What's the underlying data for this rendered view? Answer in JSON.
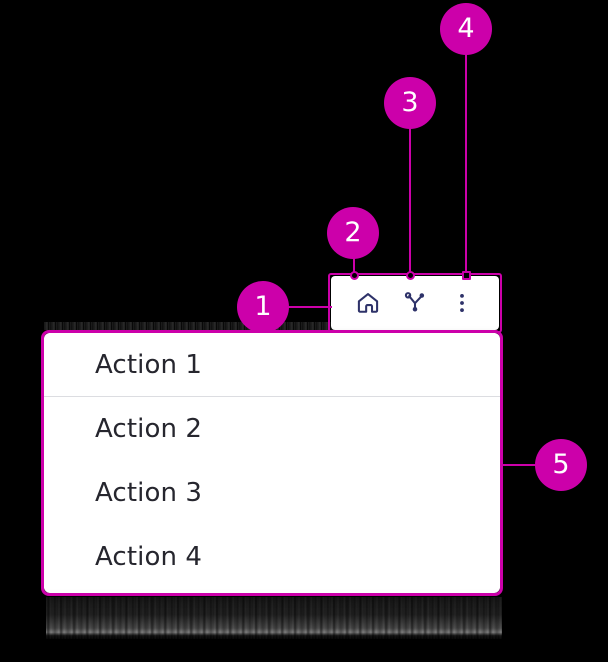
{
  "background_color": "#000000",
  "accent_color": "#CC00AA",
  "toolbar": {
    "panel_background": "#FFFFFF",
    "icon_color": "#2E3269",
    "buttons": [
      {
        "name": "home",
        "icon": "home-icon",
        "label": "Home"
      },
      {
        "name": "network",
        "icon": "network-share-icon",
        "label": "Network"
      },
      {
        "name": "more",
        "icon": "kebab-menu-icon",
        "label": "More actions"
      }
    ]
  },
  "dropdown": {
    "panel_background": "#FFFFFF",
    "text_color": "#26262E",
    "divider_color": "#DCDDE1",
    "items": [
      {
        "label": "Action 1",
        "divider_below": true
      },
      {
        "label": "Action 2",
        "divider_below": false
      },
      {
        "label": "Action 3",
        "divider_below": false
      },
      {
        "label": "Action 4",
        "divider_below": false
      }
    ]
  },
  "annotations": {
    "markers": [
      {
        "number": "1",
        "target": "toolbar-left-edge",
        "anchor": "none"
      },
      {
        "number": "2",
        "target": "home-icon",
        "anchor": "circle"
      },
      {
        "number": "3",
        "target": "network-share-icon",
        "anchor": "circle"
      },
      {
        "number": "4",
        "target": "kebab-menu-icon",
        "anchor": "square"
      },
      {
        "number": "5",
        "target": "dropdown-right-edge",
        "anchor": "none"
      }
    ]
  }
}
